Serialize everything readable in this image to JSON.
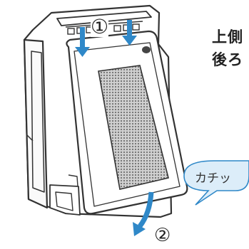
{
  "steps": {
    "step1": "①",
    "step2": "②"
  },
  "caption": {
    "line1": "上側",
    "line2": "後ろ"
  },
  "sound": {
    "text": "カチッ"
  },
  "colors": {
    "accent": "#2f88c8",
    "bubble_fill": "#dcedf9",
    "line": "#333333"
  }
}
